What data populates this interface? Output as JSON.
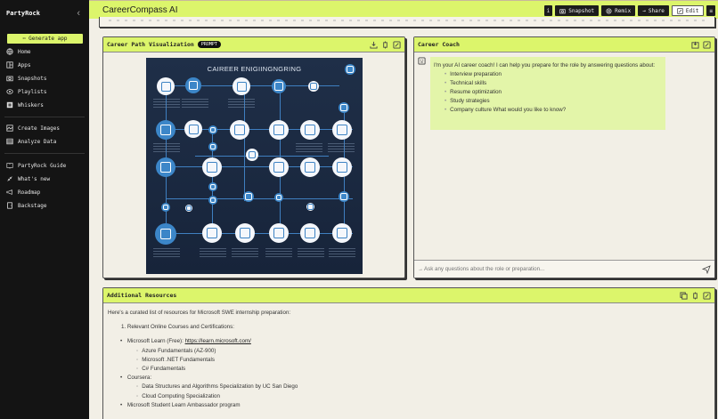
{
  "sidebar": {
    "brand": "PartyRock",
    "generate_label": "Generate app",
    "nav": [
      {
        "label": "Home",
        "icon": "globe-icon"
      },
      {
        "label": "Apps",
        "icon": "apps-icon"
      },
      {
        "label": "Snapshots",
        "icon": "camera-icon"
      },
      {
        "label": "Playlists",
        "icon": "playlist-icon"
      },
      {
        "label": "Whiskers",
        "icon": "whiskers-icon"
      }
    ],
    "tools": [
      {
        "label": "Create Images",
        "icon": "image-icon"
      },
      {
        "label": "Analyze Data",
        "icon": "data-icon"
      }
    ],
    "links": [
      {
        "label": "PartyRock Guide",
        "icon": "book-icon"
      },
      {
        "label": "What's new",
        "icon": "satellite-icon"
      },
      {
        "label": "Roadmap",
        "icon": "megaphone-icon"
      },
      {
        "label": "Backstage",
        "icon": "door-icon"
      }
    ]
  },
  "header": {
    "title": "CareerCompass AI",
    "info_label": "i",
    "snapshot_label": "Snapshot",
    "remix_label": "Remix",
    "share_label": "Share",
    "edit_label": "Edit"
  },
  "viz_panel": {
    "title": "Career Path Visualization",
    "badge": "PROMPT",
    "image_title": "CAIREER ENIGIINGNGRING"
  },
  "chat_panel": {
    "title": "Career Coach",
    "message_intro": "I'm your AI career coach! I can help you prepare for the role by answering questions about:",
    "message_items": [
      "Interview preparation",
      "Technical skills",
      "Resume optimization",
      "Study strategies",
      "Company culture What would you like to know?"
    ],
    "input_placeholder": "Ask any questions about the role or preparation..."
  },
  "resources_panel": {
    "title": "Additional Resources",
    "intro": "Here's a curated list of resources for Microsoft SWE internship preparation:",
    "section_heading": "1. Relevant Online Courses and Certifications:",
    "items": [
      {
        "label": "Microsoft Learn (Free): ",
        "link": "https://learn.microsoft.com/",
        "subitems": [
          "Azure Fundamentals (AZ-900)",
          "Microsoft .NET Fundamentals",
          "C# Fundamentals"
        ]
      },
      {
        "label": "Coursera:",
        "subitems": [
          "Data Structures and Algorithms Specialization by UC San Diego",
          "Cloud Computing Specialization"
        ]
      },
      {
        "label": "Microsoft Student Learn Ambassador program"
      }
    ]
  },
  "colors": {
    "accent": "#dcf56b",
    "sidebar_bg": "#141414",
    "page_bg": "#f2efe6",
    "bubble_bg": "#e3f5a9"
  }
}
